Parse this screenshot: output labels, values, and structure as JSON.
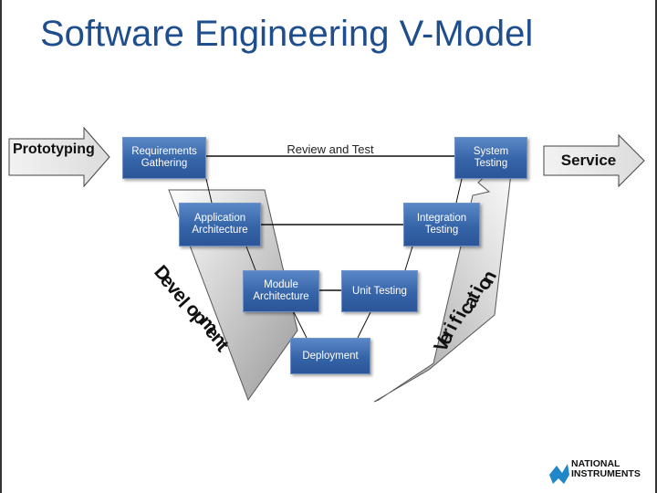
{
  "title": "Software Engineering V-Model",
  "labels": {
    "prototyping": "Prototyping",
    "service": "Service",
    "review_and_test": "Review and Test",
    "development": "Development",
    "verification": "Verification"
  },
  "boxes": {
    "requirements": "Requirements Gathering",
    "system_testing": "System Testing",
    "application_architecture": "Application Architecture",
    "integration_testing": "Integration Testing",
    "module_architecture": "Module Architecture",
    "unit_testing": "Unit Testing",
    "deployment": "Deployment"
  },
  "logo": {
    "line1": "NATIONAL",
    "line2": "INSTRUMENTS"
  },
  "colors": {
    "title": "#1f4e8c",
    "box": "#3564a8",
    "arrow_fill": "#e6e6e6"
  }
}
